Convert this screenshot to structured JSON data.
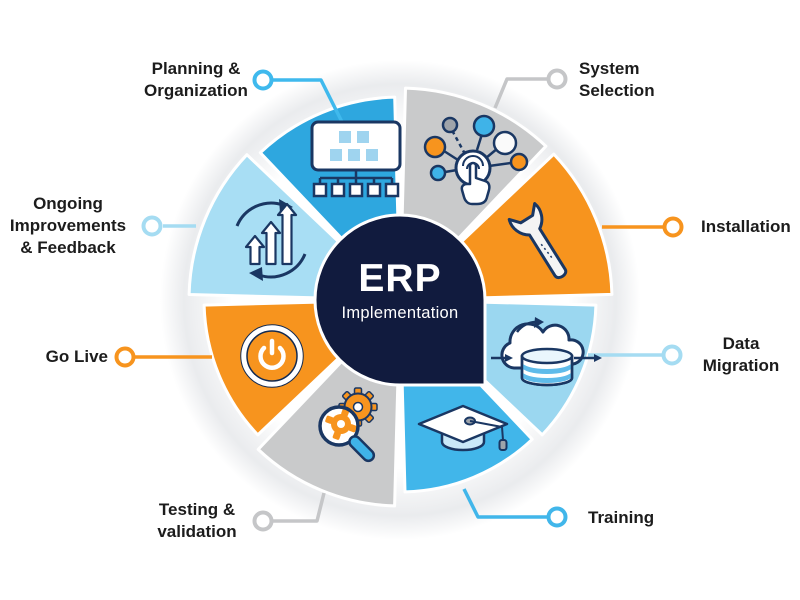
{
  "center": {
    "title": "ERP",
    "subtitle": "Implementation",
    "bubble_color": "#111B3E",
    "text_color": "#FFFFFF"
  },
  "palette": {
    "blue": "#2EA7DF",
    "medium_blue": "#41B6EA",
    "light_blue": "#A8DEF4",
    "pale_blue": "#9BD7F0",
    "orange": "#F7941E",
    "gray": "#C9CACB",
    "icon_line_navy": "#1A3763"
  },
  "segments": [
    {
      "id": "system-selection",
      "label": "System\nSelection",
      "color": "#C9CACB",
      "connector_color": "#C5C6C8",
      "icon": "network-selection-icon"
    },
    {
      "id": "installation",
      "label": "Installation",
      "color": "#F7941E",
      "connector_color": "#F7941E",
      "icon": "wrench-icon"
    },
    {
      "id": "data-migration",
      "label": "Data\nMigration",
      "color": "#9BD7F0",
      "connector_color": "#A5DCF2",
      "icon": "cloud-database-icon"
    },
    {
      "id": "training",
      "label": "Training",
      "color": "#41B6EA",
      "connector_color": "#41B6EA",
      "icon": "graduation-cap-icon"
    },
    {
      "id": "testing-validation",
      "label": "Testing &\nvalidation",
      "color": "#C9CACB",
      "connector_color": "#C5C6C8",
      "icon": "magnifier-gear-icon"
    },
    {
      "id": "go-live",
      "label": "Go Live",
      "color": "#F7941E",
      "connector_color": "#F7941E",
      "icon": "power-button-icon"
    },
    {
      "id": "ongoing-improvements",
      "label": "Ongoing\nImprovements\n& Feedback",
      "color": "#A8DEF4",
      "connector_color": "#A5DCF2",
      "icon": "growth-arrows-icon"
    },
    {
      "id": "planning-organization",
      "label": "Planning &\nOrganization",
      "color": "#2EA7DF",
      "connector_color": "#3FB9ED",
      "icon": "org-chart-icon"
    }
  ]
}
